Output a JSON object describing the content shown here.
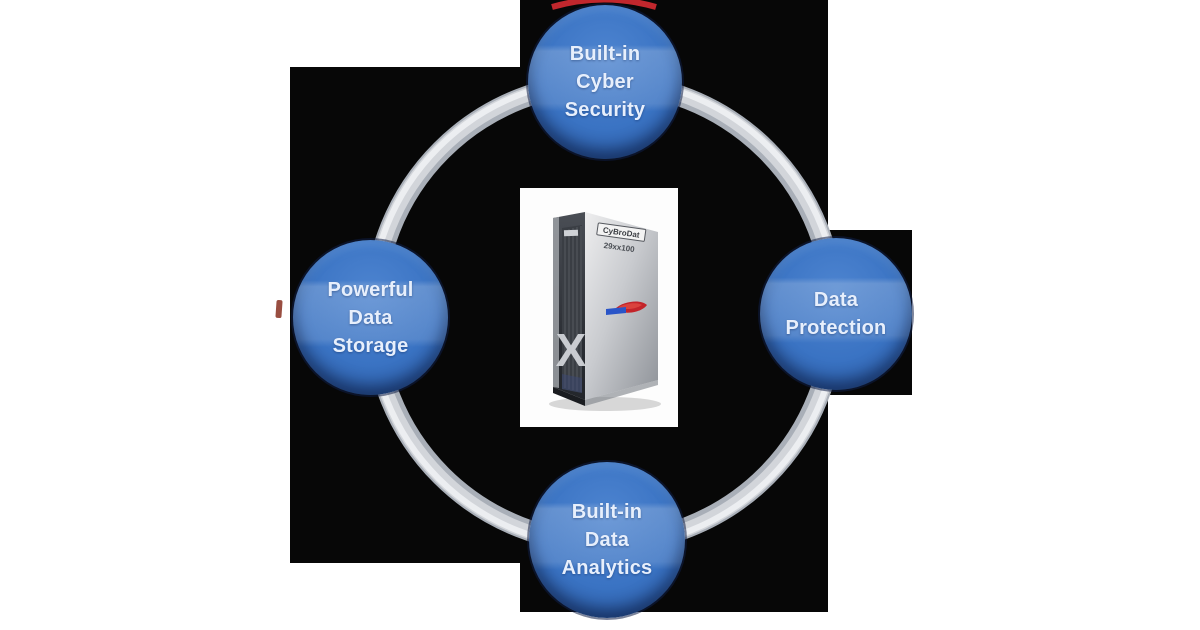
{
  "colors": {
    "background": "#ffffff",
    "panel_black": "#070707",
    "node_blue": "#3a73c3",
    "ring_gray": "#ced2d8",
    "label_text": "#e7effc",
    "artifact_red": "#c1272d"
  },
  "nodes": {
    "top": {
      "label": "Built-in\nCyber\nSecurity"
    },
    "right": {
      "label": "Data\nProtection"
    },
    "bottom": {
      "label": "Built-in\nData\nAnalytics"
    },
    "left": {
      "label": "Powerful\nData\nStorage"
    }
  },
  "server": {
    "brand": "CyBroDat",
    "model": "29xx100",
    "emblem": "X"
  }
}
